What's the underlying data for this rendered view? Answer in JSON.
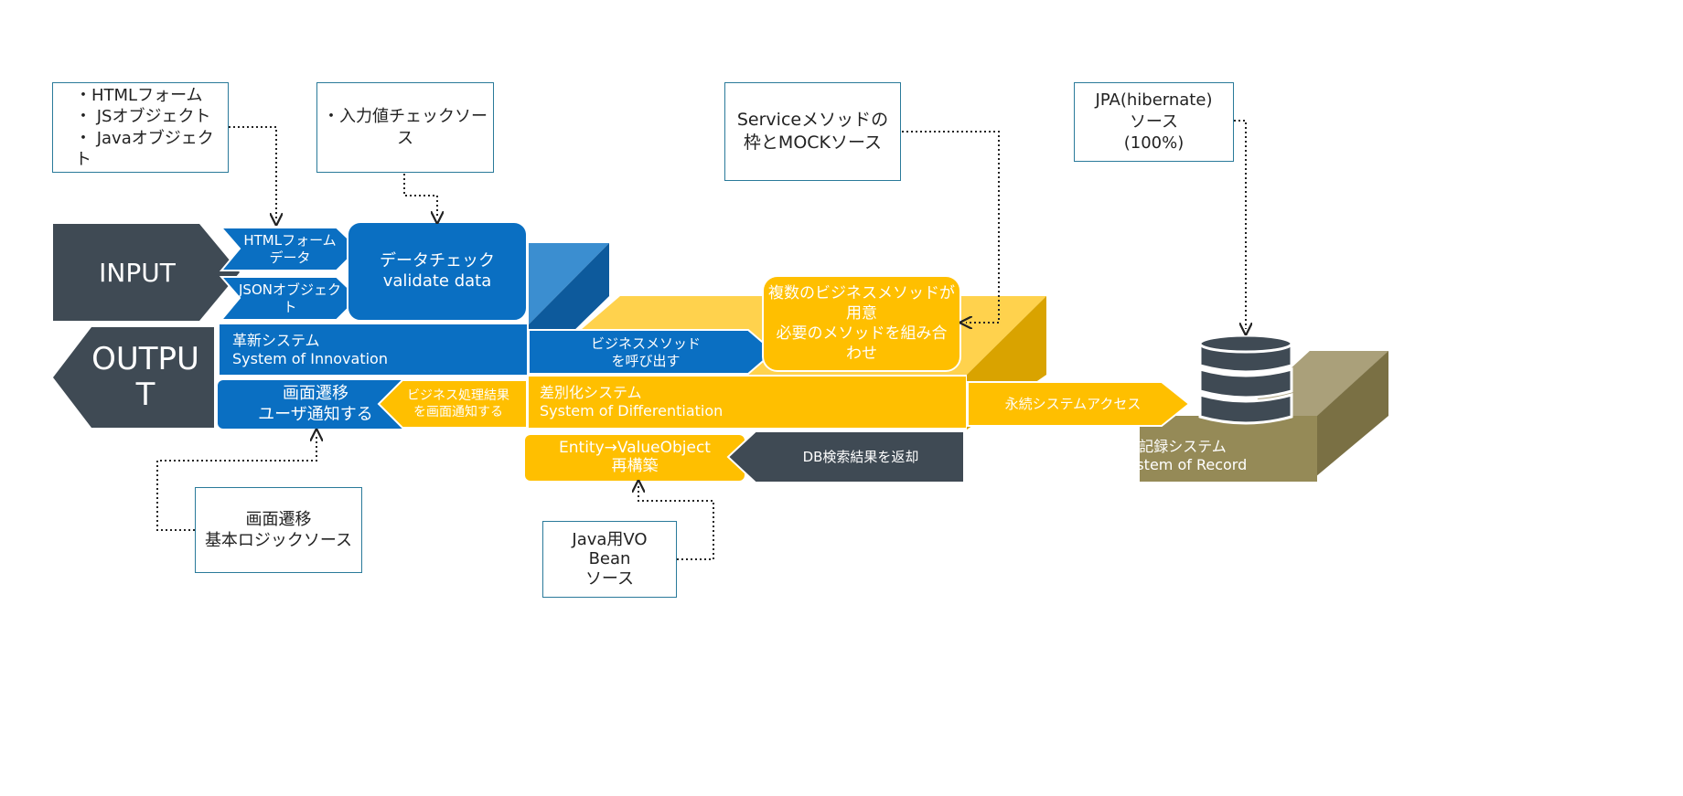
{
  "blocks": {
    "input": "INPUT",
    "output": "OUTPU\nT",
    "html_form_data": "HTMLフォーム\nデータ",
    "json_object": "JSONオブジェク\nト",
    "data_check": "データチェック\nvalidate data",
    "innovation": "革新システム\nSystem of Innovation",
    "screen_transition": "画面遷移\nユーザ通知する",
    "business_result_notify": "ビジネス処理結果\nを画面通知する",
    "call_business_method": "ビジネスメソッド\nを呼び出す",
    "multiple_business_methods": "複数のビジネスメソッドが\n用意\n必要のメソッドを組み合\nわせ",
    "differentiation": "差別化システム\nSystem of Differentiation",
    "persistence_access": "永続システムアクセス",
    "entity_rebuild": "Entity→ValueObject\n再構築",
    "db_result_return": "DB検索結果を返却",
    "record": "記録システム\nSystem of Record"
  },
  "notes": {
    "form_sources": "・HTMLフォーム\n・ JSオブジェクト\n・ Javaオブジェクト",
    "input_check_source": "・入力値チェックソース",
    "service_mock": "Serviceメソッドの\n枠とMOCKソース",
    "jpa_source": "JPA(hibernate)\nソース\n(100%)",
    "screen_logic_source": "画面遷移\n基本ロジックソース",
    "java_vo_source": "Java用VO\nBean\nソース"
  },
  "icons": {
    "database": "database-icon"
  },
  "colors": {
    "dark_slate": "#3f4a54",
    "blue": "#0a6fc2",
    "blue_side": "#0d5a9c",
    "blue_top": "#3b8ed0",
    "yellow": "#ffbf00",
    "yellow_top": "#ffd24d",
    "olive": "#958a57",
    "olive_top": "#aaa07a",
    "olive_side": "#7a7044",
    "note_border": "#2a7a9a"
  }
}
